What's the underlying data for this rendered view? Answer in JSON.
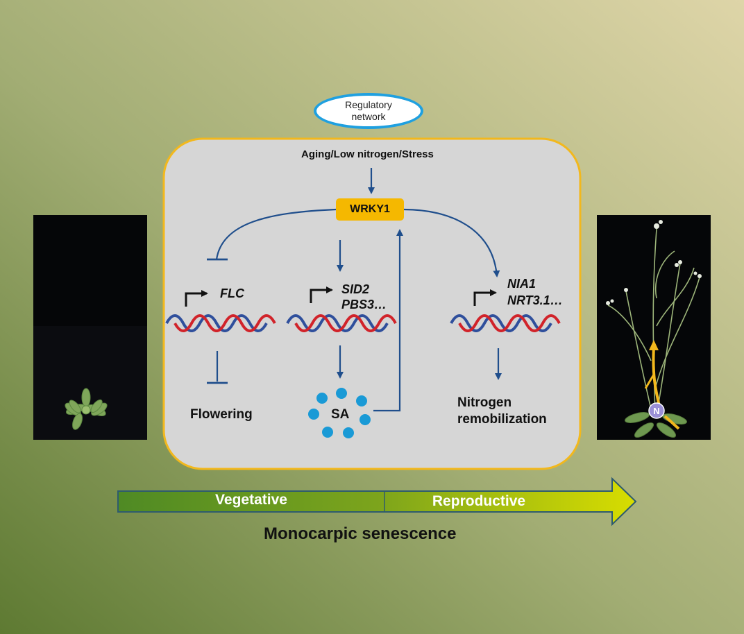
{
  "regulatory_network": "Regulatory\nnetwork",
  "inputs": "Aging/Low nitrogen/Stress",
  "hub": "WRKY1",
  "targets": {
    "left_gene": "FLC",
    "middle_genes": [
      "SID2",
      "PBS3…"
    ],
    "right_genes": [
      "NIA1",
      "NRT3.1…"
    ]
  },
  "outcomes": {
    "left": "Flowering",
    "middle": "SA",
    "right": [
      "Nitrogen",
      "remobilization"
    ]
  },
  "plant_marker": "N",
  "timeline": {
    "phases": [
      "Vegetative",
      "Reproductive"
    ],
    "title": "Monocarpic senescence"
  },
  "colors": {
    "box_border": "#f2b81d",
    "box_fill": "#d6d6d6",
    "arrow": "#1f4e8c",
    "hub_fill": "#f5b800",
    "sa_dots": "#1a9ad6",
    "dna_blue": "#2f4f9c",
    "dna_red": "#d1232a",
    "bubble_border": "#1fa0e0"
  }
}
